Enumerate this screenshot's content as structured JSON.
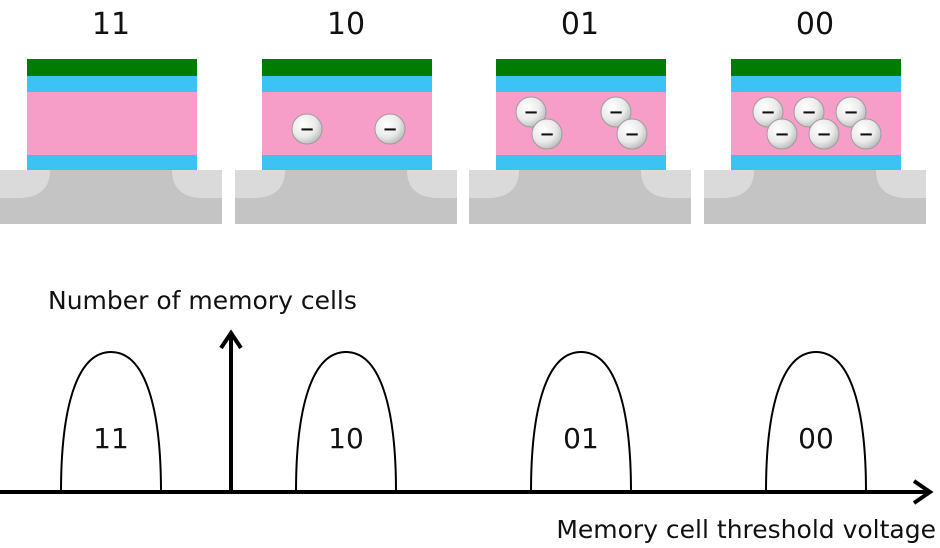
{
  "cells": [
    {
      "state": "11",
      "electrons": 0
    },
    {
      "state": "10",
      "electrons": 2
    },
    {
      "state": "01",
      "electrons": 4
    },
    {
      "state": "00",
      "electrons": 6
    }
  ],
  "electron_symbol": "−",
  "distribution_labels": [
    "11",
    "10",
    "01",
    "00"
  ],
  "y_axis_label": "Number of memory cells",
  "x_axis_label": "Memory cell threshold voltage",
  "colors": {
    "control_gate": "#007c00",
    "oxide": "#3cc3f5",
    "floating_gate": "#f79ec8",
    "substrate": "#c4c4c4",
    "source_drain": "#dadada",
    "axis": "#000000"
  }
}
